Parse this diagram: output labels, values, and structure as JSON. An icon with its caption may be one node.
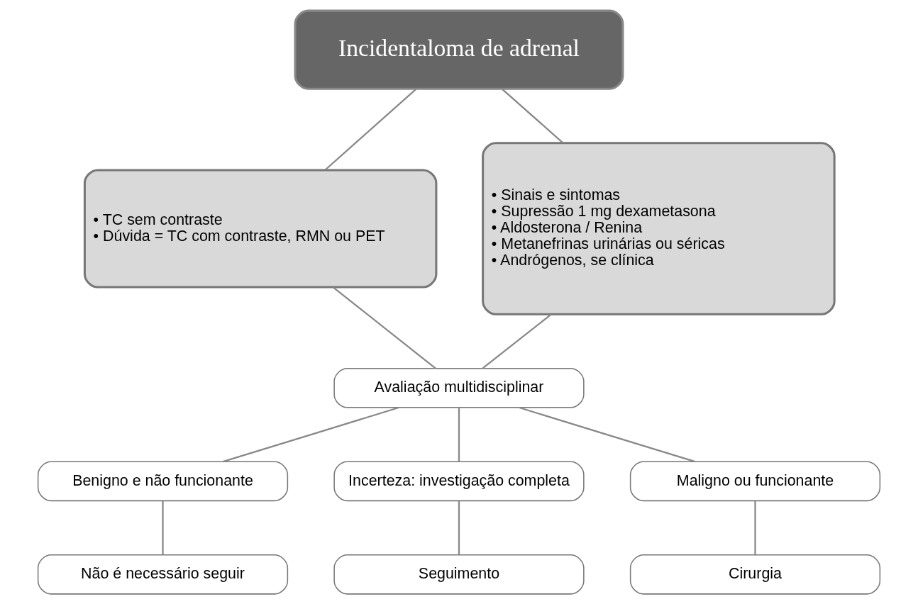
{
  "diagram": {
    "nodes": [
      {
        "text": [
          "Incidentaloma de adrenal"
        ]
      },
      {
        "text": [
          "• TC sem contraste",
          "• Dúvida = TC com contraste, RMN ou PET"
        ]
      },
      {
        "text": [
          "• Sinais e sintomas",
          "• Supressão 1 mg dexametasona",
          "• Aldosterona / Renina",
          "• Metanefrinas urinárias ou séricas",
          "• Andrógenos, se clínica"
        ]
      },
      {
        "text": [
          "Avaliação multidisciplinar"
        ]
      },
      {
        "text": [
          "Benigno e não funcionante"
        ]
      },
      {
        "text": [
          "Incerteza: investigação completa"
        ]
      },
      {
        "text": [
          "Maligno ou funcionante"
        ]
      },
      {
        "text": [
          "Não é necessário seguir"
        ]
      },
      {
        "text": [
          "Seguimento"
        ]
      },
      {
        "text": [
          "Cirurgia"
        ]
      }
    ],
    "edges": [
      {
        "from": 0,
        "to": 1,
        "arrow": "none"
      },
      {
        "from": 0,
        "to": 2,
        "arrow": "none"
      },
      {
        "from": 1,
        "to": 3,
        "arrow": "none"
      },
      {
        "from": 2,
        "to": 3,
        "arrow": "none"
      },
      {
        "from": 3,
        "to": 4,
        "arrow": "none"
      },
      {
        "from": 3,
        "to": 5,
        "arrow": "none"
      },
      {
        "from": 3,
        "to": 6,
        "arrow": "none"
      },
      {
        "from": 4,
        "to": 7,
        "arrow": "none"
      },
      {
        "from": 5,
        "to": 8,
        "arrow": "none"
      },
      {
        "from": 6,
        "to": 9,
        "arrow": "none"
      }
    ]
  }
}
